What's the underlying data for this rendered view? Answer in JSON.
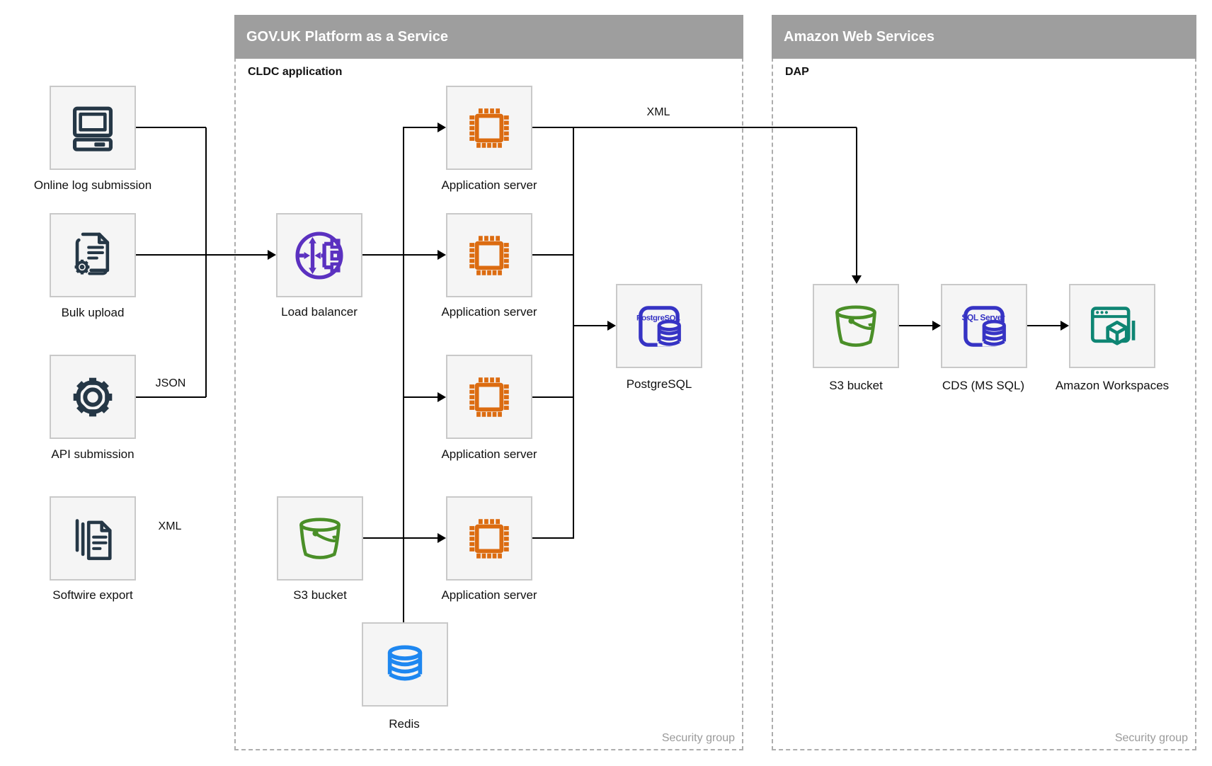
{
  "containers": {
    "govuk": {
      "title": "GOV.UK Platform as a Service",
      "sublabel": "CLDC application",
      "footer": "Security group"
    },
    "aws": {
      "title": "Amazon Web Services",
      "sublabel": "DAP",
      "footer": "Security group"
    }
  },
  "nodes": {
    "online_log": {
      "label": "Online log submission",
      "icon": "computer-icon"
    },
    "bulk_upload": {
      "label": "Bulk upload",
      "icon": "document-gear-icon"
    },
    "api_submission": {
      "label": "API submission",
      "icon": "gear-icon"
    },
    "softwire_export": {
      "label": "Softwire export",
      "icon": "documents-stack-icon"
    },
    "load_balancer": {
      "label": "Load balancer",
      "icon": "load-balancer-icon"
    },
    "s3_govuk": {
      "label": "S3 bucket",
      "icon": "s3-bucket-icon"
    },
    "app_server_1": {
      "label": "Application server",
      "icon": "chip-icon"
    },
    "app_server_2": {
      "label": "Application server",
      "icon": "chip-icon"
    },
    "app_server_3": {
      "label": "Application server",
      "icon": "chip-icon"
    },
    "app_server_4": {
      "label": "Application server",
      "icon": "chip-icon"
    },
    "postgresql": {
      "label": "PostgreSQL",
      "icon": "postgresql-icon",
      "icon_text": "PostgreSQL"
    },
    "redis": {
      "label": "Redis",
      "icon": "database-cylinder-icon"
    },
    "s3_aws": {
      "label": "S3 bucket",
      "icon": "s3-bucket-icon"
    },
    "cds": {
      "label": "CDS (MS SQL)",
      "icon": "sql-server-icon",
      "icon_text": "SQL Server"
    },
    "workspaces": {
      "label": "Amazon Workspaces",
      "icon": "workspaces-icon"
    }
  },
  "edge_labels": {
    "json": "JSON",
    "xml_softwire": "XML",
    "xml_app_to_s3": "XML"
  },
  "colors": {
    "navy": "#253746",
    "orange": "#DC6C11",
    "purple": "#5B31C0",
    "green": "#4A8F28",
    "blue": "#1E87F0",
    "indigo": "#3633C4",
    "teal": "#0E8573",
    "header_bar": "#9E9E9E",
    "node_bg": "#F5F5F5",
    "node_border": "#C9C9C9",
    "dashed_border": "#ADADAD",
    "line": "#000000",
    "footer_text": "#9A9A9A",
    "label_text": "#111111"
  }
}
